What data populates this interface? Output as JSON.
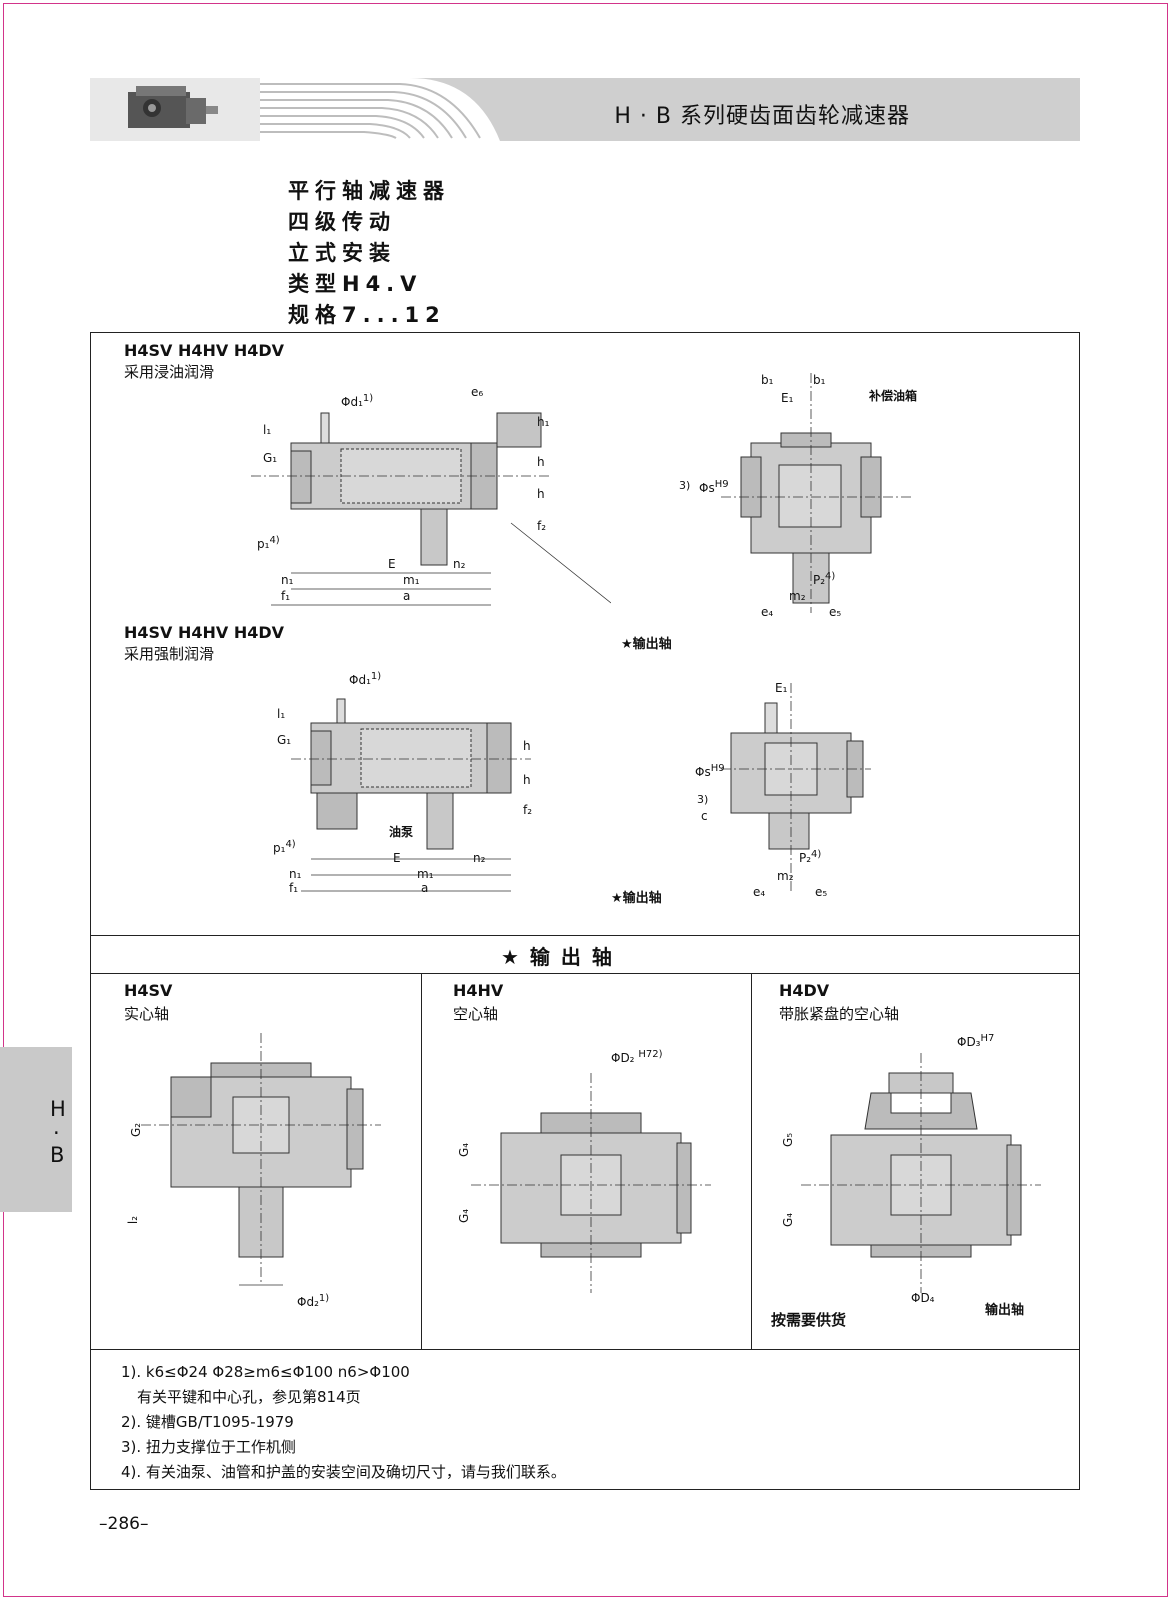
{
  "header": {
    "title": "H · B 系列硬齿面齿轮减速器"
  },
  "side_tab": {
    "line1": "H",
    "line2": "·",
    "line3": "B"
  },
  "headings": {
    "line1": "平行轴减速器",
    "line2": "四级传动",
    "line3": "立式安装",
    "line4": "类型H4.V",
    "line5": "规格7...12"
  },
  "section_dip": {
    "models": "H4SV H4HV H4DV",
    "lubrication": "采用浸油润滑",
    "compensation_tank": "补偿油箱",
    "output_shaft_star": "★输出轴"
  },
  "section_forced": {
    "models": "H4SV H4HV H4DV",
    "lubrication": "采用强制润滑",
    "oil_pump": "油泵",
    "output_shaft_star": "★输出轴"
  },
  "dimension_labels": {
    "d1": "Φd₁",
    "d1_note": "1)",
    "l1": "l₁",
    "G1": "G₁",
    "e6": "e₆",
    "h1": "h₁",
    "h": "h",
    "f2": "f₂",
    "p1": "p₁",
    "p1_note": "4)",
    "E": "E",
    "n2": "n₂",
    "n1": "n₁",
    "m1": "m₁",
    "f1": "f₁",
    "a": "a",
    "b1": "b₁",
    "E1": "E₁",
    "s": "Φs",
    "s_fit": "H9",
    "note3": "3)",
    "c": "c",
    "P2": "P₂",
    "P2_note": "4)",
    "m2": "m₂",
    "e4": "e₄",
    "e5": "e₅"
  },
  "output_shaft_section": {
    "title": "★  输  出  轴",
    "solid": {
      "model": "H4SV",
      "desc": "实心轴",
      "G2": "G₂",
      "l2": "l₂",
      "d2": "Φd₂",
      "d2_note": "1)"
    },
    "hollow": {
      "model": "H4HV",
      "desc": "空心轴",
      "D2": "ΦD₂",
      "D2_fit": "H7",
      "D2_note": "2)",
      "G4a": "G₄",
      "G4b": "G₄"
    },
    "shrink": {
      "model": "H4DV",
      "desc": "带胀紧盘的空心轴",
      "D3": "ΦD₃",
      "D3_fit": "H7",
      "G5": "G₅",
      "G4": "G₄",
      "D4": "ΦD₄",
      "supply": "按需要供货",
      "output": "输出轴"
    }
  },
  "notes": {
    "n1a": "1). k6≤Φ24  Φ28≥m6≤Φ100  n6>Φ100",
    "n1b": "有关平键和中心孔，参见第814页",
    "n2": "2). 键槽GB/T1095-1979",
    "n3": "3). 扭力支撑位于工作机侧",
    "n4": "4). 有关油泵、油管和护盖的安装空间及确切尺寸，请与我们联系。"
  },
  "page_number": "–286–",
  "colors": {
    "border": "#d2348a",
    "banner": "#cfcfcf",
    "tab": "#c9c9c9",
    "drawing": "#cccccc"
  }
}
